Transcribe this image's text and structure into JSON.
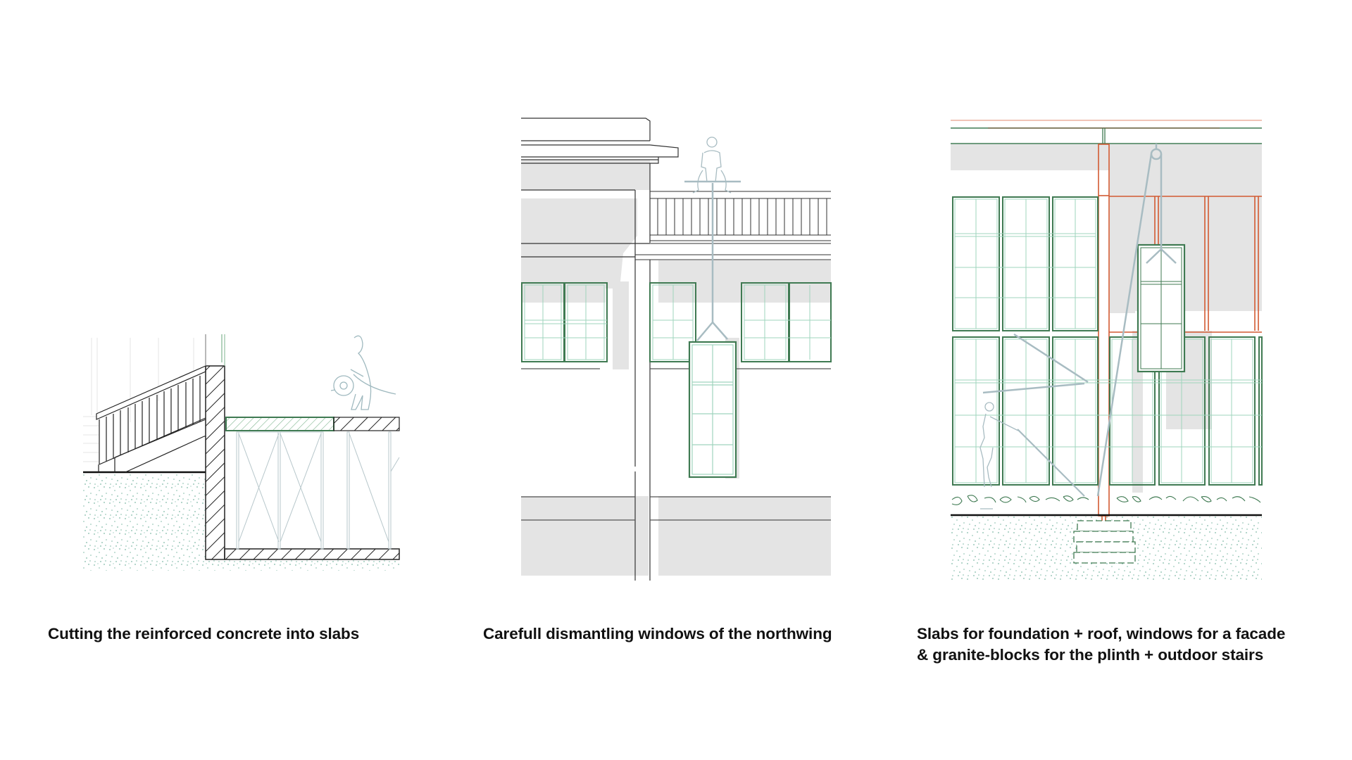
{
  "colors": {
    "background": "#ffffff",
    "line_dark": "#222222",
    "window_green": "#3f7a52",
    "window_green_light": "#9fd4bd",
    "figure_gray_blue": "#a8bcc2",
    "shadow_gray": "#e4e4e4",
    "new_structure_orange": "#d25a32",
    "soil_dots": "#7fb9a5",
    "caption_text": "#111111"
  },
  "panels": [
    {
      "id": "panel-1",
      "illustration": "section-cutting-concrete-slabs",
      "elements": [
        "staircase-with-railing",
        "hatched-concrete-wall",
        "cut-slab-highlighted-green",
        "worker-with-concrete-saw",
        "shoring-props",
        "soil-ground"
      ],
      "caption": "Cutting the reinforced concrete into slabs"
    },
    {
      "id": "panel-2",
      "illustration": "elevation-dismantling-windows",
      "elements": [
        "building-cornice",
        "roof-balustrade",
        "worker-on-roof-with-hoist",
        "window-being-lowered",
        "facade-windows"
      ],
      "caption": "Carefull dismantling windows of the northwing"
    },
    {
      "id": "panel-3",
      "illustration": "elevation-reassembly-new-facade",
      "elements": [
        "new-column-orange",
        "pulley-hoist",
        "window-lifted-into-place",
        "worker-pulling-rope",
        "granite-block-foundation",
        "stone-plinth"
      ],
      "caption": "Slabs for foundation + roof, windows for a facade\n& granite-blocks for the plinth + outdoor stairs"
    }
  ]
}
